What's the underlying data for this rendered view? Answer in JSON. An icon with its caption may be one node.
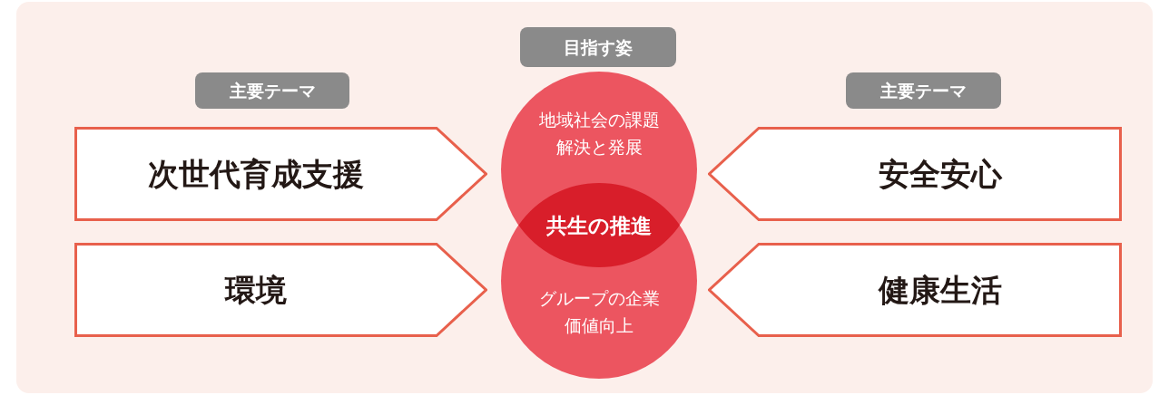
{
  "diagram": {
    "nodes": [
      {
        "text": [
          "主要テーマ"
        ]
      },
      {
        "text": [
          "次世代育成支援"
        ]
      },
      {
        "text": [
          "環境"
        ]
      },
      {
        "text": [
          "目指す姿"
        ]
      },
      {
        "text": [
          "地域社会の課題解決と発展"
        ]
      },
      {
        "text": [
          "共生の推進"
        ]
      },
      {
        "text": [
          "グループの企業価値向上"
        ]
      },
      {
        "text": [
          "主要テーマ"
        ]
      },
      {
        "text": [
          "安全安心"
        ]
      },
      {
        "text": [
          "健康生活"
        ]
      }
    ]
  }
}
